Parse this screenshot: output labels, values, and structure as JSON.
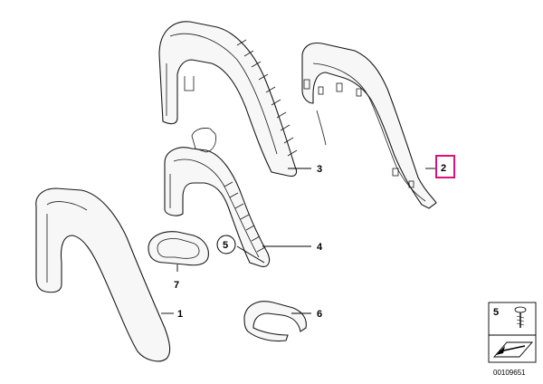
{
  "diagram": {
    "callouts": [
      {
        "id": "1",
        "label": "1"
      },
      {
        "id": "2",
        "label": "2"
      },
      {
        "id": "3",
        "label": "3"
      },
      {
        "id": "4",
        "label": "4"
      },
      {
        "id": "5",
        "label": "5"
      },
      {
        "id": "6",
        "label": "6"
      },
      {
        "id": "7",
        "label": "7"
      }
    ],
    "legend_box": {
      "label": "5"
    },
    "diagram_id": "00109651",
    "colors": {
      "highlight": "#e0107a",
      "line": "#1a1a1a",
      "fill": "#f7f7f7"
    }
  }
}
